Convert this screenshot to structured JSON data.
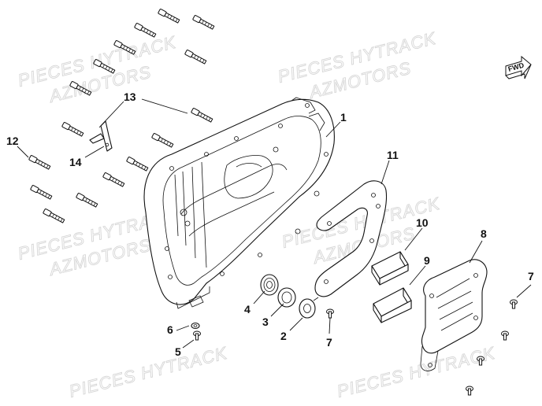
{
  "watermark": {
    "line1": "PIECES HYTRACK",
    "line2": "AZMOTORS"
  },
  "fwd_label": "FWD",
  "callouts": {
    "c1": "1",
    "c2": "2",
    "c3": "3",
    "c4": "4",
    "c5": "5",
    "c6": "6",
    "c7a": "7",
    "c7b": "7",
    "c8": "8",
    "c9": "9",
    "c10": "10",
    "c11": "11",
    "c12": "12",
    "c13": "13",
    "c14": "14"
  }
}
